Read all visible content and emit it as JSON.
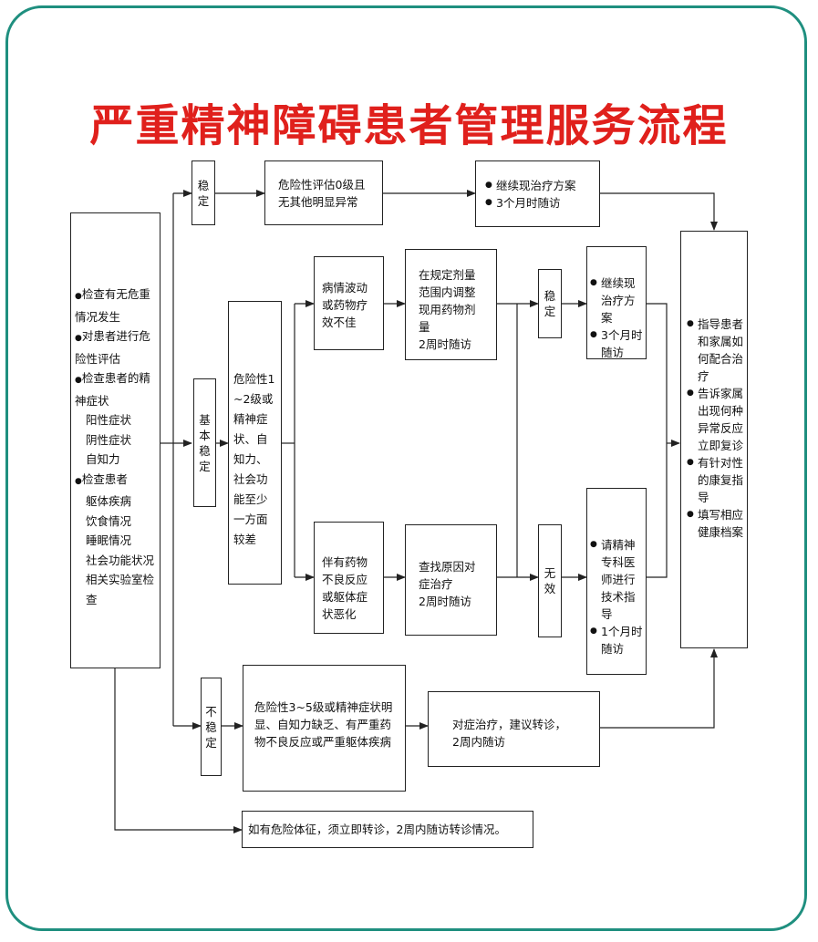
{
  "title": "严重精神障碍患者管理服务流程",
  "assessment": {
    "items": [
      {
        "bullet": true,
        "text": "检查有无危重情况发生"
      },
      {
        "bullet": true,
        "text": "对患者进行危险性评估"
      },
      {
        "bullet": true,
        "text": "检查患者的精神症状"
      },
      {
        "bullet": false,
        "text": "阳性症状"
      },
      {
        "bullet": false,
        "text": "阴性症状"
      },
      {
        "bullet": false,
        "text": "自知力"
      },
      {
        "bullet": true,
        "text": "检查患者"
      },
      {
        "bullet": false,
        "text": "躯体疾病"
      },
      {
        "bullet": false,
        "text": "饮食情况"
      },
      {
        "bullet": false,
        "text": "睡眠情况"
      },
      {
        "bullet": false,
        "text": "社会功能状况"
      },
      {
        "bullet": false,
        "text": "相关实验室检查"
      }
    ]
  },
  "stable": {
    "label": "稳定",
    "condition": "危险性评估0级且无其他明显异常",
    "actions": [
      "继续现治疗方案",
      "3个月时随访"
    ]
  },
  "basic_stable": {
    "label": "基本稳定",
    "condition": "危险性1~2级或精神症状、自知力、社会功能至少一方面较差",
    "branch_a": {
      "condition": "病情波动或药物疗效不佳",
      "action": "在规定剂量范围内调整现用药物剂量",
      "followup": "2周时随访"
    },
    "branch_b": {
      "condition": "伴有药物不良反应或躯体症状恶化",
      "action": "查找原因对症治疗",
      "followup": "2周时随访"
    },
    "result_stable": {
      "label": "稳定",
      "actions": [
        "继续现治疗方案",
        "3个月时随访"
      ]
    },
    "result_ineffective": {
      "label": "无效",
      "actions": [
        "请精神专科医师进行技术指导",
        "1个月时随访"
      ]
    }
  },
  "unstable": {
    "label": "不稳定",
    "condition": "危险性3~5级或精神症状明显、自知力缺乏、有严重药物不良反应或严重躯体疾病",
    "action": "对症治疗，建议转诊，",
    "followup": "2周内随访"
  },
  "guidance": {
    "items": [
      "指导患者和家属如何配合治疗",
      "告诉家属出现何种异常反应立即复诊",
      "有针对性的康复指导",
      "填写相应健康档案"
    ]
  },
  "danger_note": "如有危险体征，须立即转诊，2周内随访转诊情况。",
  "colors": {
    "title": "#e0201c",
    "frame": "#1f8f7f",
    "line": "#222222"
  }
}
